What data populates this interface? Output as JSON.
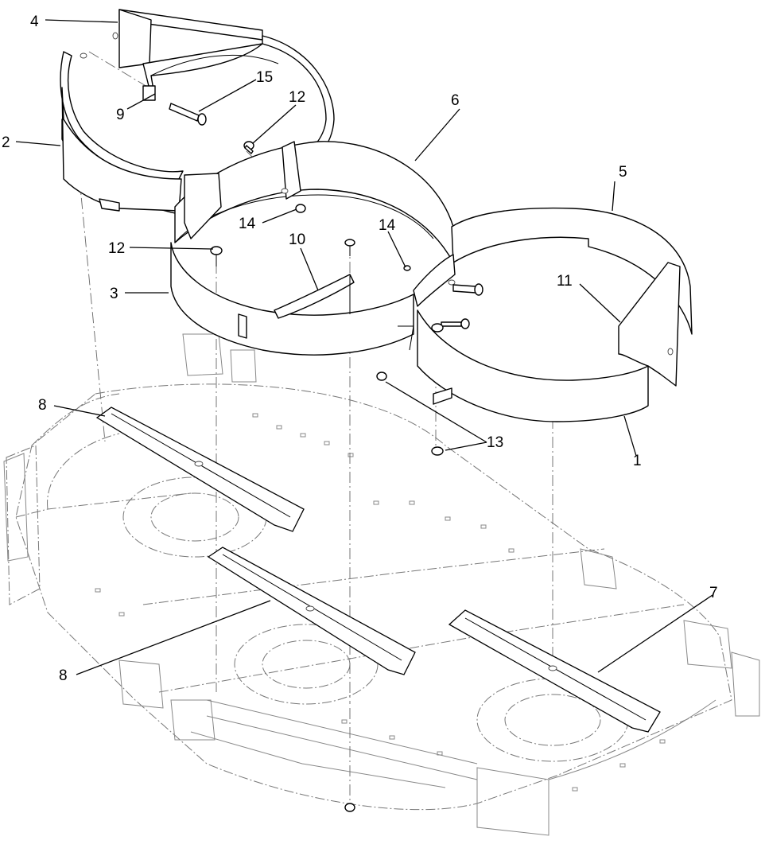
{
  "callouts": [
    {
      "id": "c1",
      "label": "1"
    },
    {
      "id": "c2",
      "label": "2"
    },
    {
      "id": "c3",
      "label": "3"
    },
    {
      "id": "c4",
      "label": "4"
    },
    {
      "id": "c5",
      "label": "5"
    },
    {
      "id": "c6",
      "label": "6"
    },
    {
      "id": "c7",
      "label": "7"
    },
    {
      "id": "c8a",
      "label": "8"
    },
    {
      "id": "c8b",
      "label": "8"
    },
    {
      "id": "c9",
      "label": "9"
    },
    {
      "id": "c10",
      "label": "10"
    },
    {
      "id": "c11",
      "label": "11"
    },
    {
      "id": "c12a",
      "label": "12"
    },
    {
      "id": "c12b",
      "label": "12"
    },
    {
      "id": "c13",
      "label": "13"
    },
    {
      "id": "c14a",
      "label": "14"
    },
    {
      "id": "c14b",
      "label": "14"
    },
    {
      "id": "c15",
      "label": "15"
    }
  ]
}
